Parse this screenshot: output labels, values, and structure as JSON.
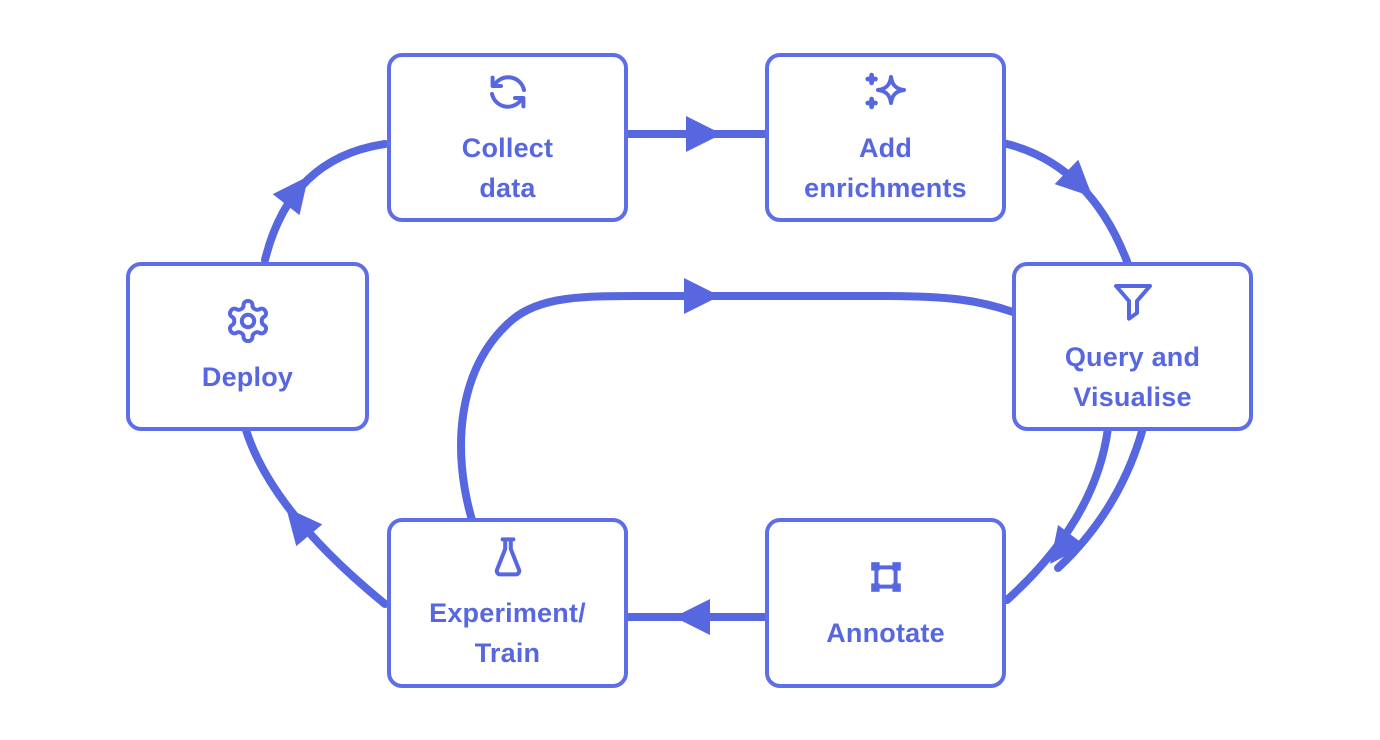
{
  "diagram": {
    "type": "cycle-flowchart",
    "nodes": [
      {
        "id": "collect-data",
        "line1": "Collect",
        "line2": "data",
        "icon": "sync-icon"
      },
      {
        "id": "add-enrichments",
        "line1": "Add",
        "line2": "enrichments",
        "icon": "sparkles-icon"
      },
      {
        "id": "query-visualise",
        "line1": "Query and",
        "line2": "Visualise",
        "icon": "filter-icon"
      },
      {
        "id": "annotate",
        "line1": "Annotate",
        "line2": "",
        "icon": "bounding-box-icon"
      },
      {
        "id": "experiment-train",
        "line1": "Experiment/",
        "line2": "Train",
        "icon": "flask-icon"
      },
      {
        "id": "deploy",
        "line1": "Deploy",
        "line2": "",
        "icon": "gear-icon"
      }
    ],
    "edges": [
      {
        "from": "collect-data",
        "to": "add-enrichments",
        "style": "straight"
      },
      {
        "from": "add-enrichments",
        "to": "query-visualise",
        "style": "curved"
      },
      {
        "from": "query-visualise",
        "to": "annotate",
        "style": "curved-double"
      },
      {
        "from": "annotate",
        "to": "experiment-train",
        "style": "straight"
      },
      {
        "from": "experiment-train",
        "to": "deploy",
        "style": "curved"
      },
      {
        "from": "deploy",
        "to": "collect-data",
        "style": "curved"
      },
      {
        "from": "experiment-train",
        "to": "query-visualise",
        "style": "inner-loop"
      }
    ],
    "colors": {
      "accent": "#5767E0",
      "box_border": "#5E6EE6",
      "box_background": "#FFFFFF",
      "page_background": "#FFFFFF"
    }
  }
}
